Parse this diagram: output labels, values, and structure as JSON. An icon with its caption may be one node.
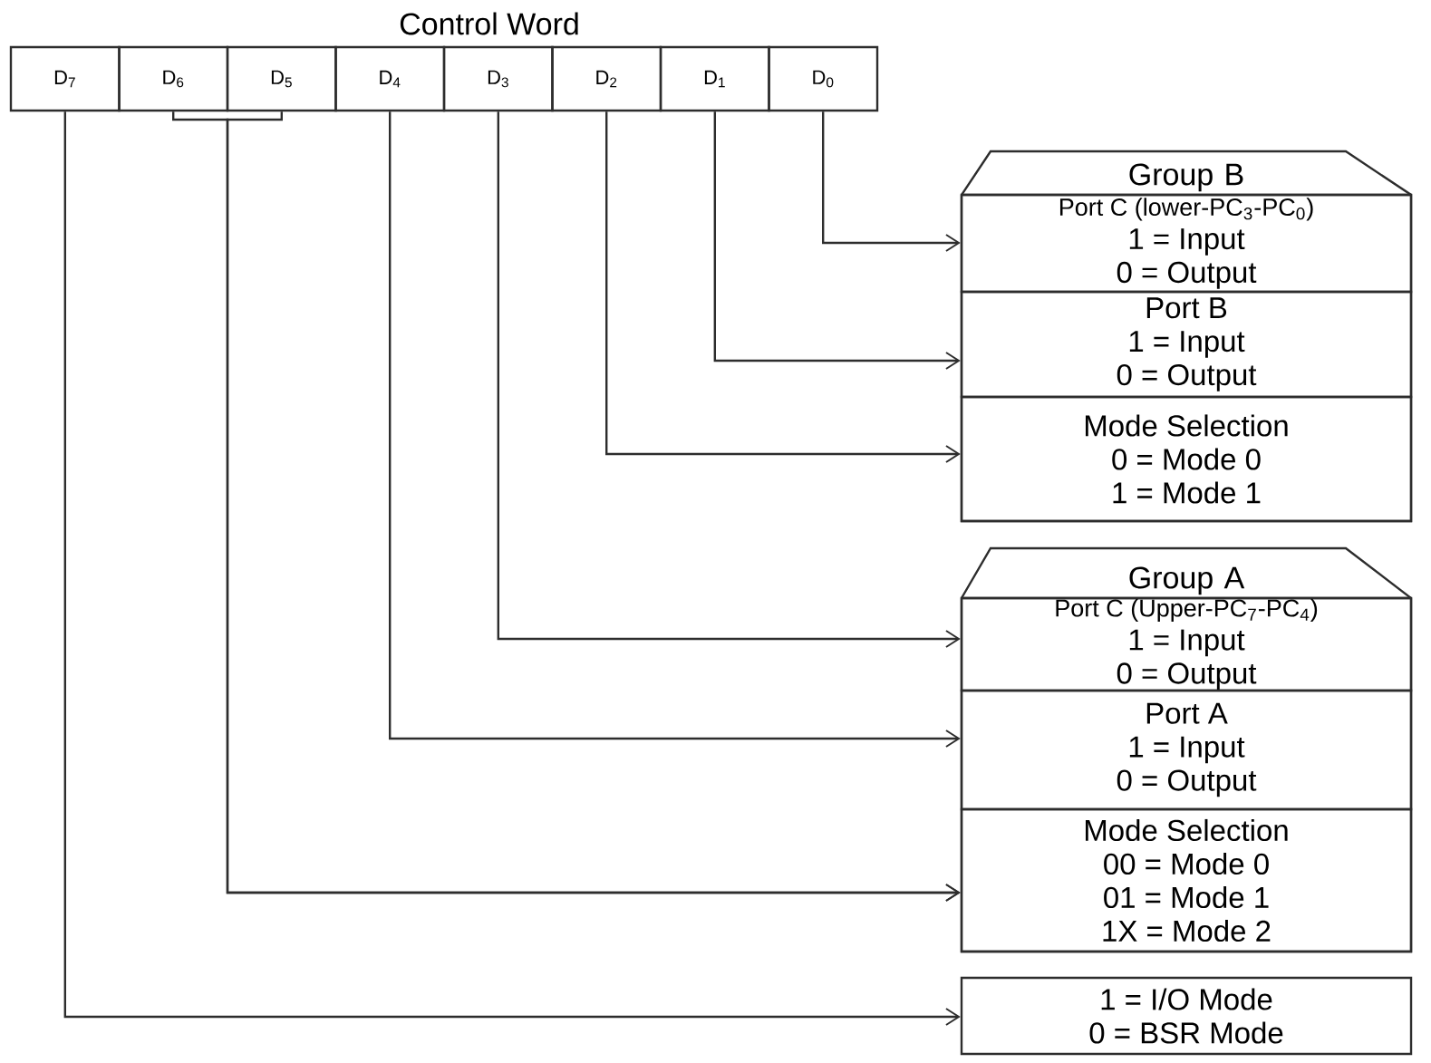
{
  "diagram": {
    "title": "Control Word",
    "nodes": [
      {
        "text": [
          "D$_{7}$"
        ]
      },
      {
        "text": [
          "D$_{6}$"
        ]
      },
      {
        "text": [
          "D$_{5}$"
        ]
      },
      {
        "text": [
          "D$_{4}$"
        ]
      },
      {
        "text": [
          "D$_{3}$"
        ]
      },
      {
        "text": [
          "D$_{2}$"
        ]
      },
      {
        "text": [
          "D$_{1}$"
        ]
      },
      {
        "text": [
          "D$_{0}$"
        ]
      },
      {
        "text": [
          "Group B"
        ]
      },
      {
        "text": [
          "Port C (lower-PC$_{3}$-PC$_{0}$)",
          "1 = Input",
          "0 = Output"
        ],
        "in": 8
      },
      {
        "text": [
          "Port B",
          "1 = Input",
          "0 = Output"
        ],
        "in": 8
      },
      {
        "text": [
          "Mode Selection",
          "0 = Mode 0",
          "1 = Mode 1"
        ],
        "in": 8
      },
      {
        "text": [
          "Group A"
        ]
      },
      {
        "text": [
          "Port C (Upper-PC$_{7}$-PC$_{4}$)",
          "1 = Input",
          "0 = Output"
        ],
        "in": 12
      },
      {
        "text": [
          "Port A",
          "1 = Input",
          "0 = Output"
        ],
        "in": 12
      },
      {
        "text": [
          "Mode Selection",
          "00 = Mode 0",
          "01 = Mode 1",
          "1X = Mode 2"
        ],
        "in": 12
      },
      {
        "text": [
          "1 = I/O Mode",
          "0 = BSR Mode"
        ]
      }
    ],
    "edges": [
      {
        "from": 7,
        "to": 9,
        "arrow": "to"
      },
      {
        "from": 6,
        "to": 10,
        "arrow": "to"
      },
      {
        "from": 5,
        "to": 11,
        "arrow": "to"
      },
      {
        "from": 4,
        "to": 13,
        "arrow": "to"
      },
      {
        "from": 3,
        "to": 14,
        "arrow": "to"
      },
      {
        "from": 2,
        "to": 15,
        "arrow": "to"
      },
      {
        "from": 1,
        "to": 15,
        "arrow": "to"
      },
      {
        "from": 0,
        "to": 16,
        "arrow": "to"
      }
    ]
  }
}
